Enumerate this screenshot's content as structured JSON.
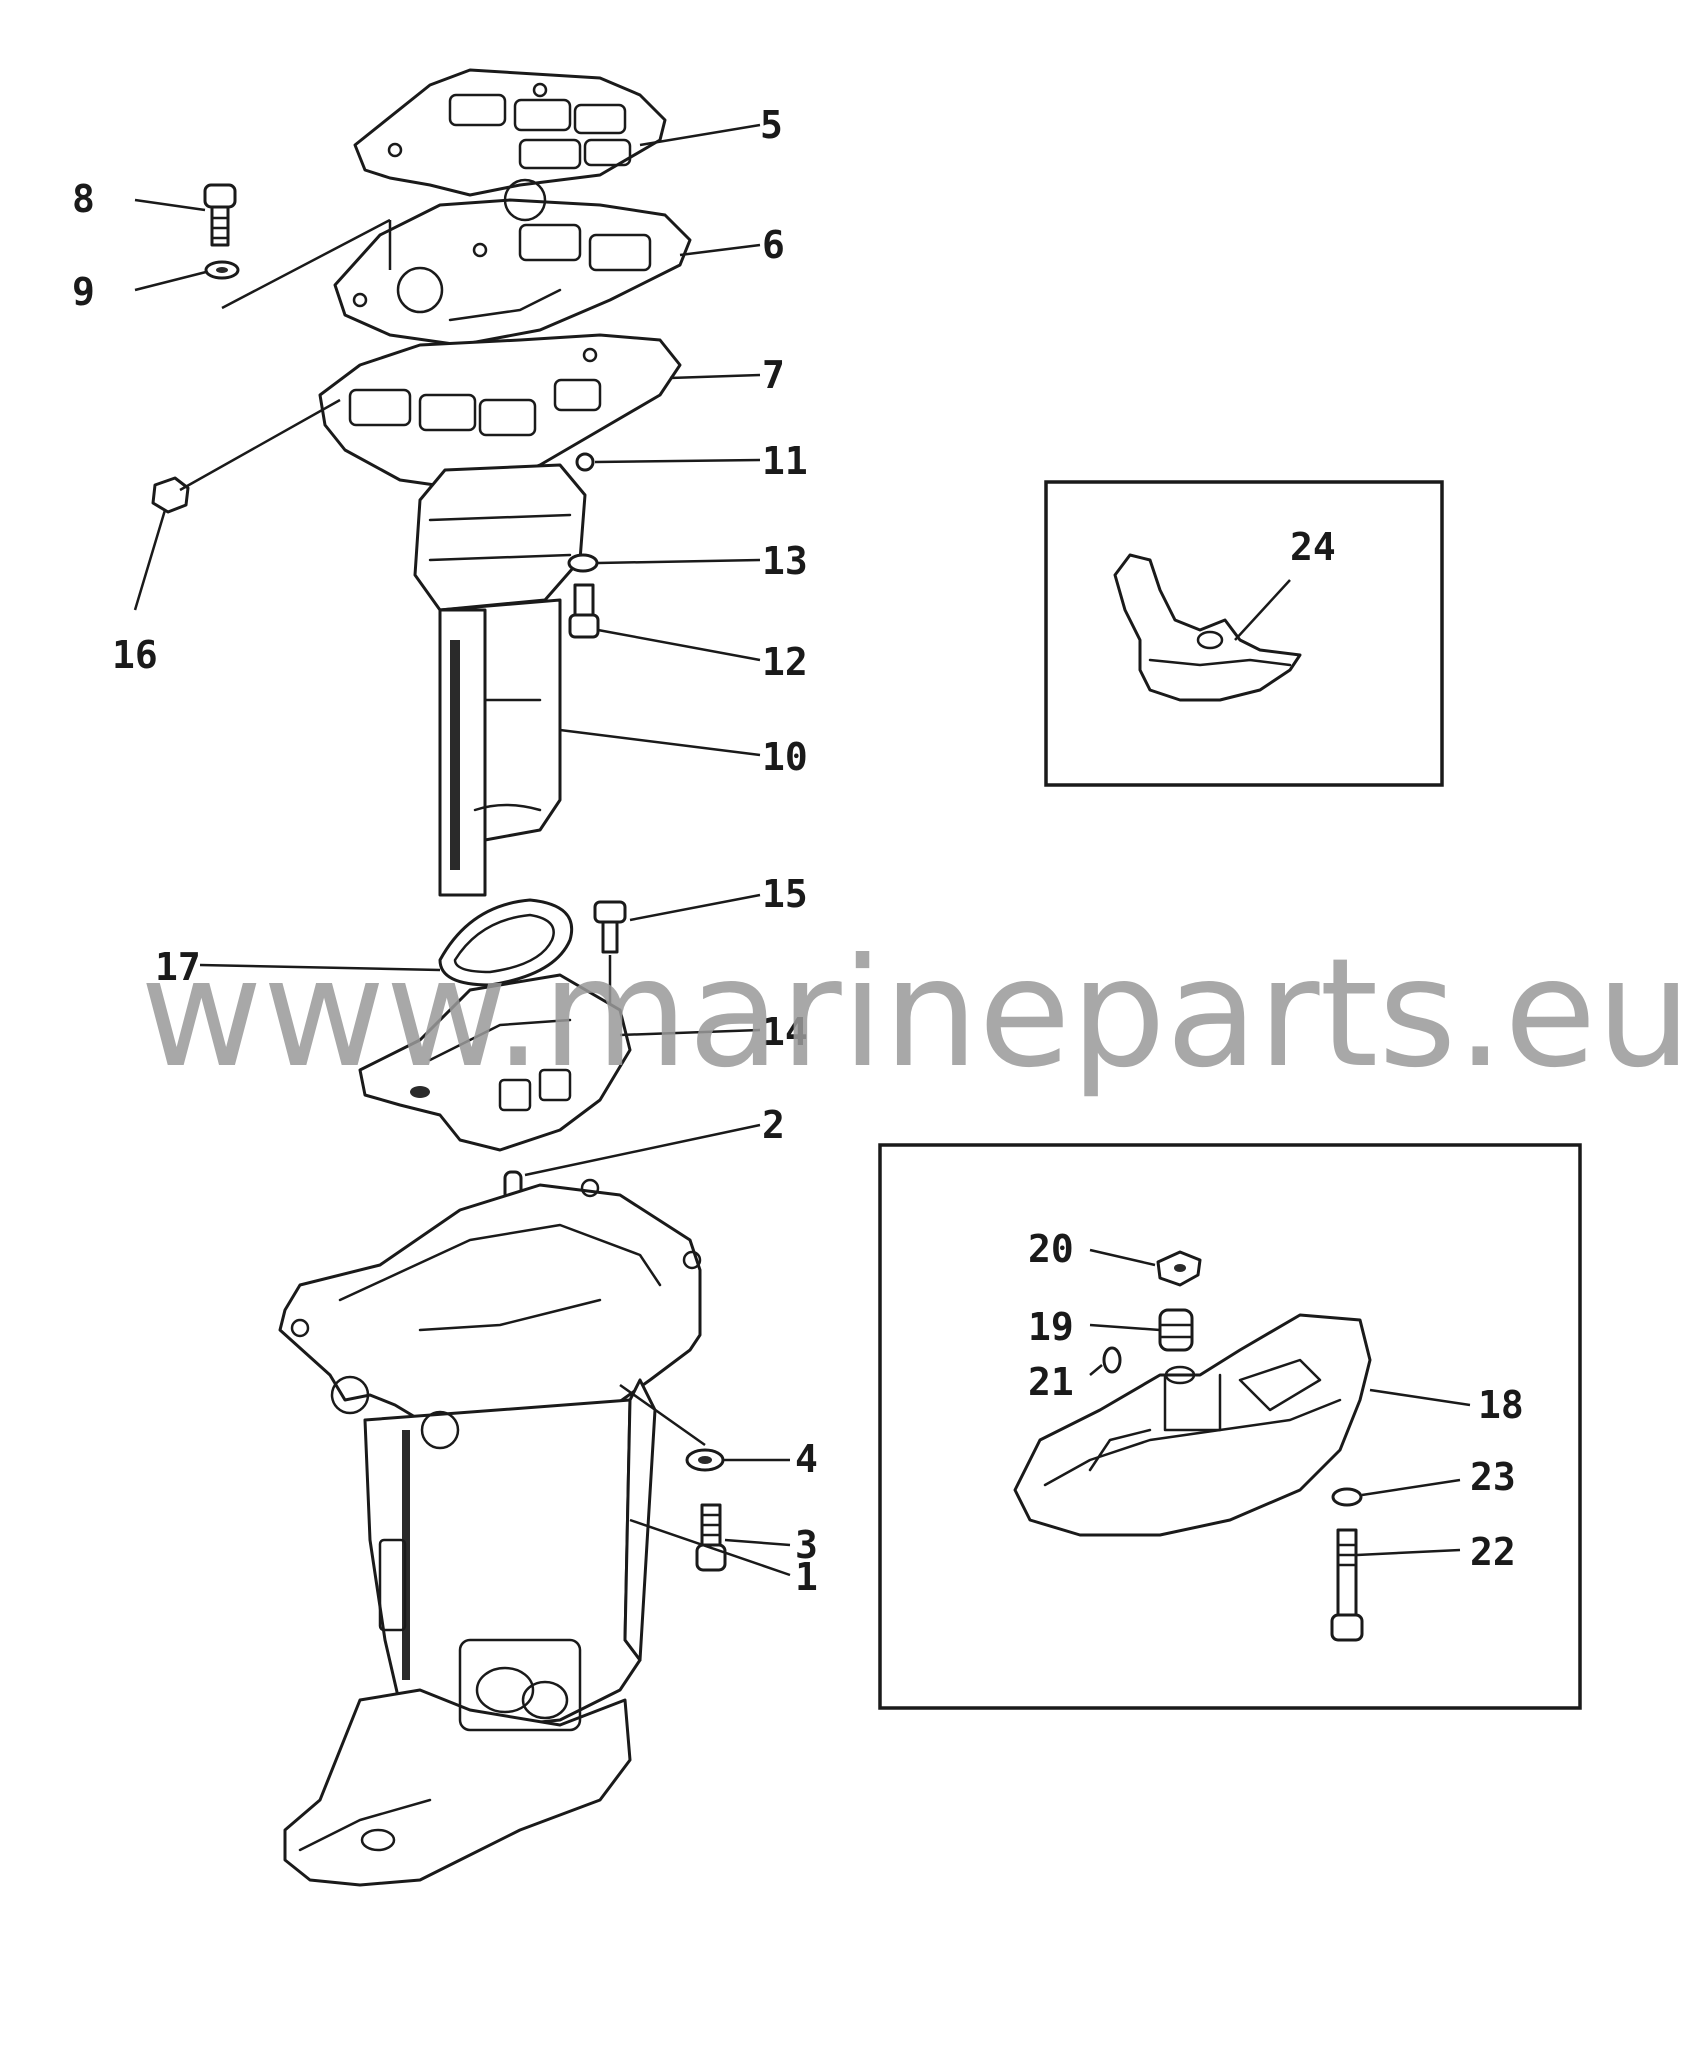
{
  "watermark": "www.marineparts.eu",
  "callouts": {
    "c1": "1",
    "c2": "2",
    "c3": "3",
    "c4": "4",
    "c5": "5",
    "c6": "6",
    "c7": "7",
    "c8": "8",
    "c9": "9",
    "c10": "10",
    "c11": "11",
    "c12": "12",
    "c13": "13",
    "c14": "14",
    "c15": "15",
    "c16": "16",
    "c17": "17",
    "c18": "18",
    "c19": "19",
    "c20": "20",
    "c21": "21",
    "c22": "22",
    "c23": "23",
    "c24": "24"
  }
}
